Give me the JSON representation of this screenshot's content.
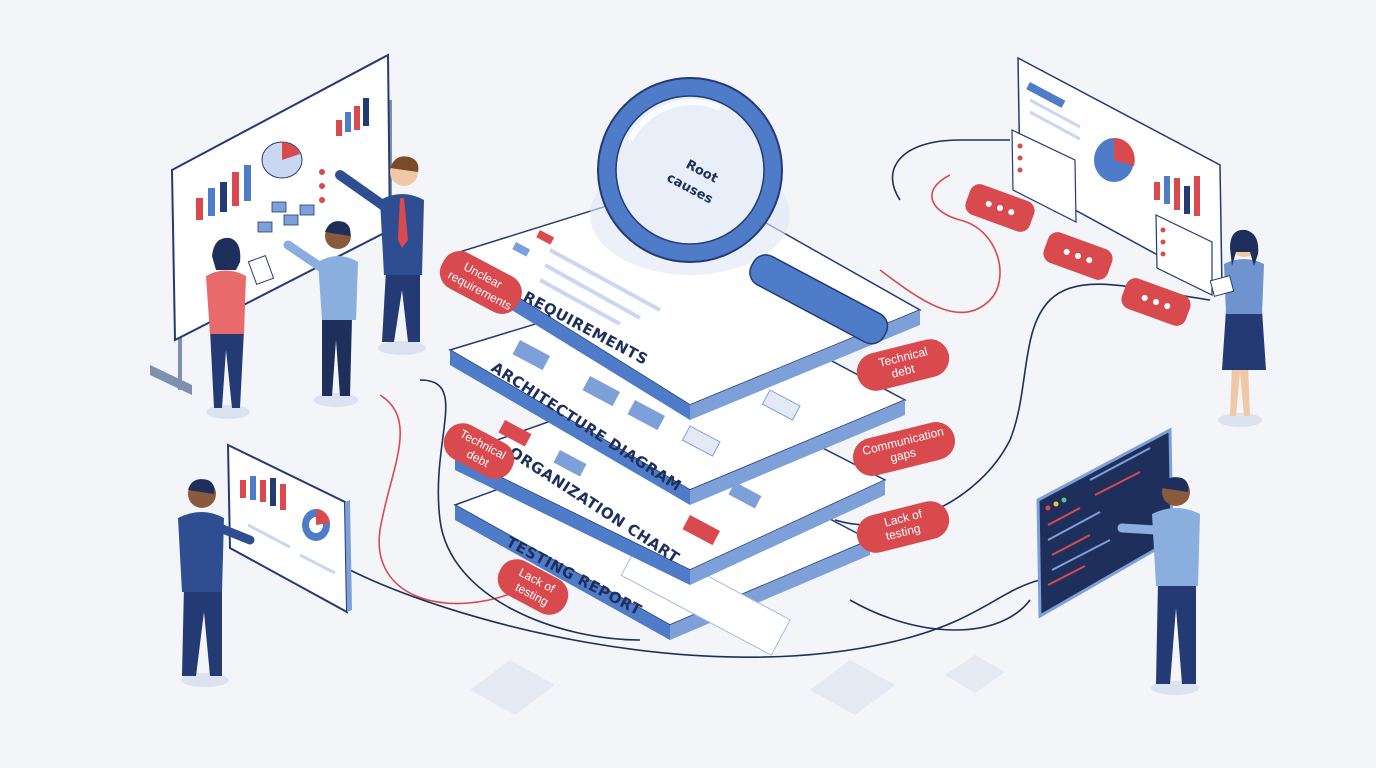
{
  "magnifier": {
    "label_line1": "Root",
    "label_line2": "causes"
  },
  "layers": [
    {
      "title": "REQUIREMENTS"
    },
    {
      "title": "ARCHITECTURE DIAGRAM"
    },
    {
      "title": "ORGANIZATION CHART"
    },
    {
      "title": "TESTING REPORT"
    }
  ],
  "tags": {
    "unclear": {
      "line1": "Unclear",
      "line2": "requirements"
    },
    "tech_debt_left": {
      "line1": "Technical",
      "line2": "debt"
    },
    "lack_testing_left": {
      "line1": "Lack of",
      "line2": "testing"
    },
    "tech_debt_right": {
      "line1": "Technical",
      "line2": "debt"
    },
    "comm_gaps": {
      "line1": "Communication",
      "line2": "gaps"
    },
    "lack_testing_right": {
      "line1": "Lack of",
      "line2": "testing"
    }
  },
  "colors": {
    "accent_red": "#d94a4f",
    "navy": "#243a75",
    "blue": "#4f7cc8",
    "light_blue": "#c9d8f0",
    "panel": "#ffffff",
    "background": "#f3f5f9"
  },
  "icons": [
    "magnifying-glass-icon",
    "chat-bubble-icon",
    "bar-chart-icon",
    "pie-chart-icon",
    "code-editor-icon"
  ]
}
